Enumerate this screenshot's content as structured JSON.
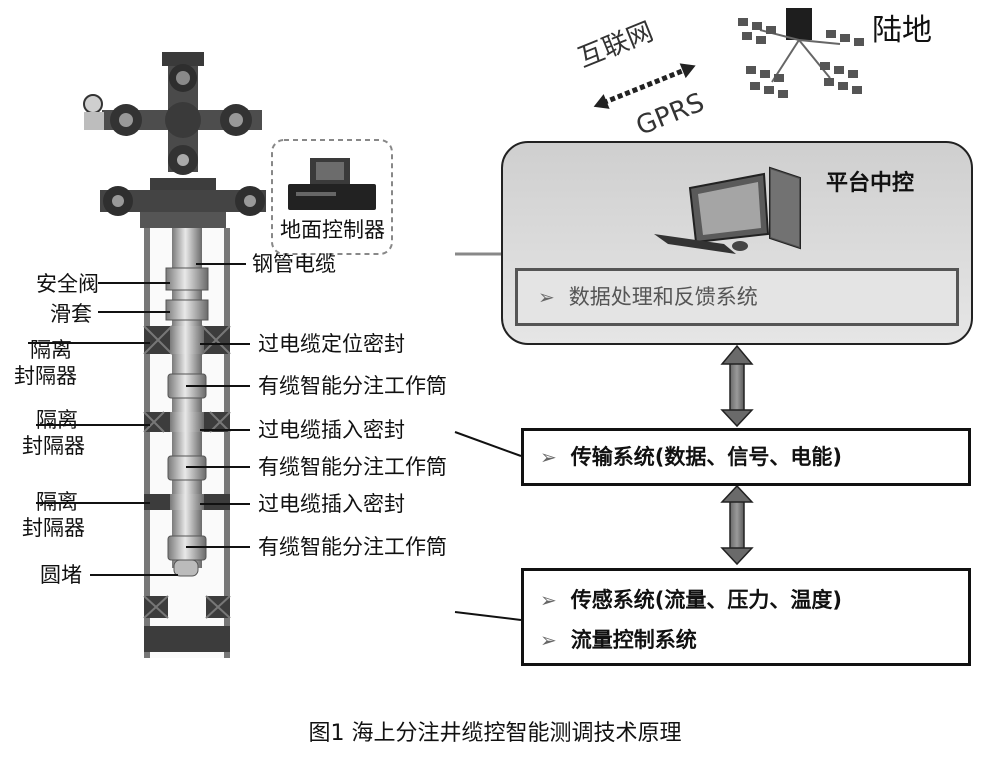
{
  "wellhead": {
    "left_labels": {
      "safety_valve": "安全阀",
      "sliding_sleeve": "滑套",
      "packer_1": [
        "隔离",
        "封隔器"
      ],
      "packer_2": [
        "隔离",
        "封隔器"
      ],
      "packer_3": [
        "隔离",
        "封隔器"
      ],
      "plug": "圆堵"
    },
    "right_labels": {
      "steel_cable": "钢管电缆",
      "cable_positioning_seal": "过电缆定位密封",
      "mandrel_1": "有缆智能分注工作筒",
      "cable_insert_seal_1": "过电缆插入密封",
      "mandrel_2": "有缆智能分注工作筒",
      "cable_insert_seal_2": "过电缆插入密封",
      "mandrel_3": "有缆智能分注工作筒"
    },
    "surface_controller": "地面控制器"
  },
  "network": {
    "internet": "互联网",
    "gprs": "GPRS",
    "land": "陆地"
  },
  "platform": {
    "title": "平台中控",
    "subsystem": "数据处理和反馈系统"
  },
  "transmission": "传输系统(数据、信号、电能)",
  "downhole": {
    "sensing": "传感系统(流量、压力、温度)",
    "flow_control": "流量控制系统"
  },
  "bullet": "➢",
  "caption": "图1 海上分注井缆控智能测调技术原理"
}
